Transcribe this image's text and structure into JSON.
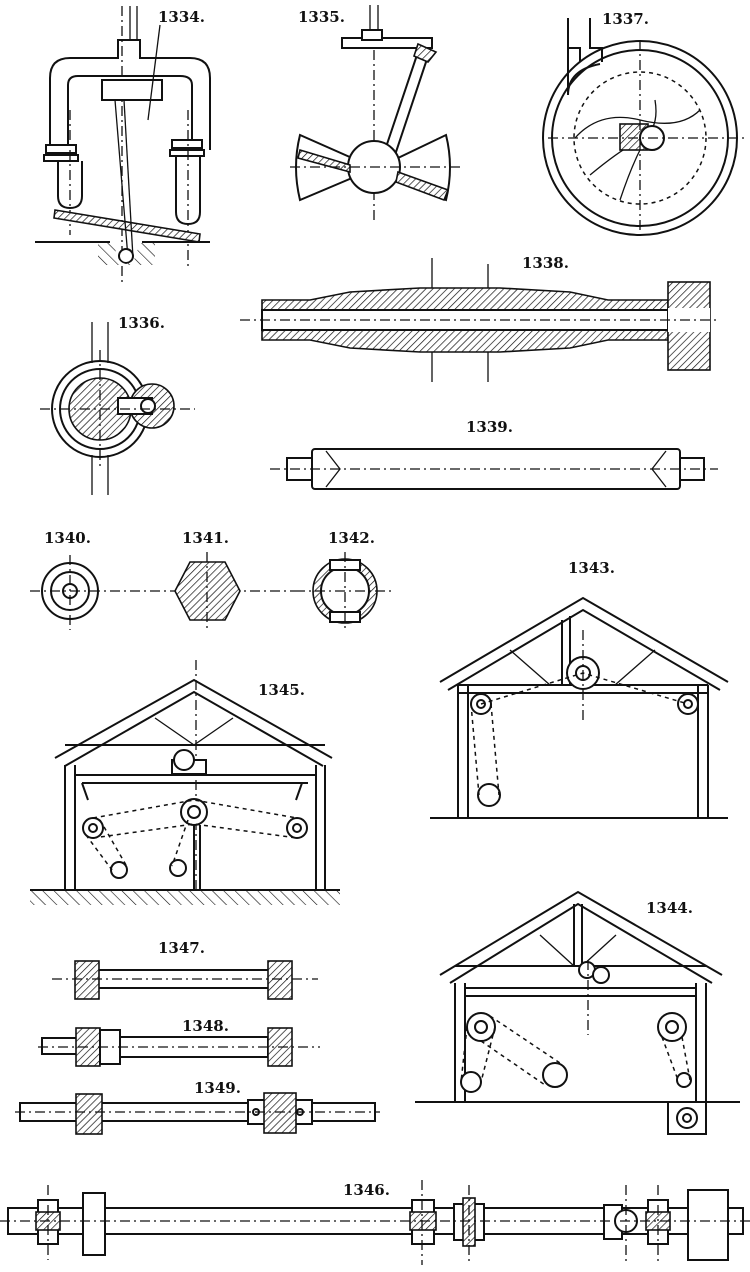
{
  "figures": [
    {
      "id": "fig-1334",
      "label": "1334."
    },
    {
      "id": "fig-1335",
      "label": "1335."
    },
    {
      "id": "fig-1337",
      "label": "1337."
    },
    {
      "id": "fig-1336",
      "label": "1336."
    },
    {
      "id": "fig-1338",
      "label": "1338."
    },
    {
      "id": "fig-1339",
      "label": "1339."
    },
    {
      "id": "fig-1340",
      "label": "1340."
    },
    {
      "id": "fig-1341",
      "label": "1341."
    },
    {
      "id": "fig-1342",
      "label": "1342."
    },
    {
      "id": "fig-1343",
      "label": "1343."
    },
    {
      "id": "fig-1345",
      "label": "1345."
    },
    {
      "id": "fig-1344",
      "label": "1344."
    },
    {
      "id": "fig-1347",
      "label": "1347."
    },
    {
      "id": "fig-1348",
      "label": "1348."
    },
    {
      "id": "fig-1349",
      "label": "1349."
    },
    {
      "id": "fig-1346",
      "label": "1346."
    }
  ]
}
